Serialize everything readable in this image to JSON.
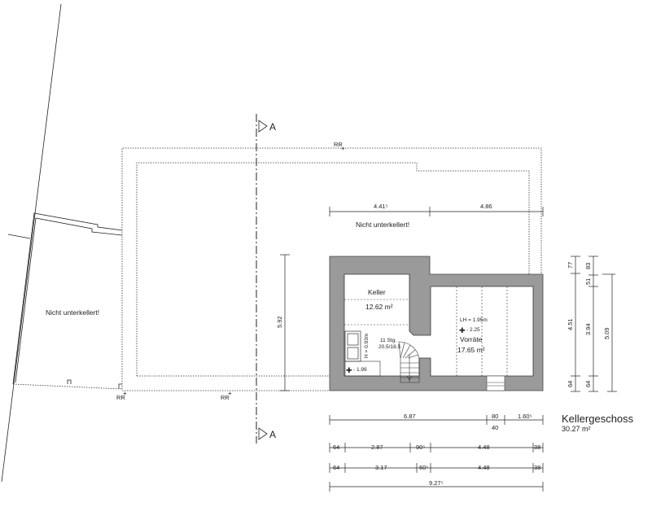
{
  "plan": {
    "title": "Kellergeschoss",
    "total_area": "30.27 m²",
    "section_label": "A",
    "reference_marker": "RR",
    "wall_color": "#9a9a9a",
    "areas": {
      "unexcavated_right": "Nicht unterkellert!",
      "unexcavated_left": "Nicht unterkellert!"
    },
    "rooms": [
      {
        "name": "Keller",
        "area": "12.62 m²"
      },
      {
        "name": "Vorräte",
        "area": "17.65 m²",
        "clear_height": "LH = 1.95m",
        "level": "- 2.25"
      }
    ],
    "stair": {
      "steps": "11 Stg.",
      "rise_run": "20.5/18.5"
    },
    "appliance_height": "H = 0.93m",
    "keller_level": "- 1.99",
    "dimensions": {
      "top": [
        "4.41⁵",
        "4.86"
      ],
      "left_vertical": "5.92",
      "bottom_row1": [
        "6.87",
        "80",
        "40",
        "1.60⁵"
      ],
      "bottom_row2": [
        "64",
        "2.87",
        "90⁵",
        "4.48",
        "38"
      ],
      "bottom_row3": [
        "64",
        "3.17",
        "60⁵",
        "4.48",
        "38"
      ],
      "bottom_total": "9.27⁵",
      "right_col1": [
        "77",
        "4.51",
        "64"
      ],
      "right_col2": [
        "83",
        "51",
        "3.94",
        "64"
      ],
      "right_col3": "5.09"
    }
  }
}
